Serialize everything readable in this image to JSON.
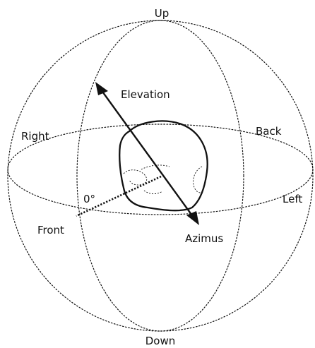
{
  "labels": {
    "up": "Up",
    "down": "Down",
    "right": "Right",
    "left": "Left",
    "back": "Back",
    "front": "Front",
    "elevation": "Elevation",
    "azimuth": "Azimus",
    "zero_angle": "0°"
  },
  "colors": {
    "ink": "#111111",
    "background": "#ffffff"
  }
}
